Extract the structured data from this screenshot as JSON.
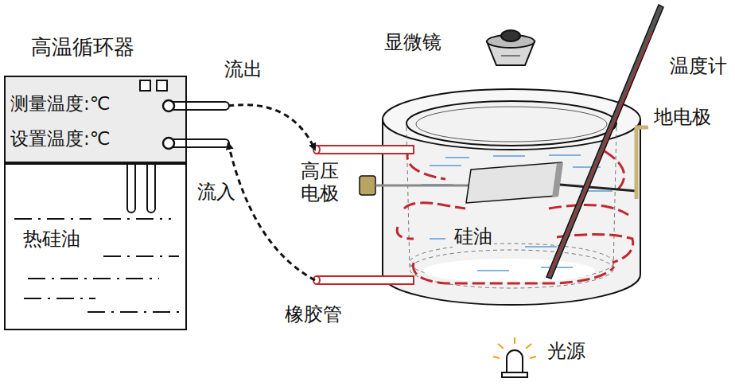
{
  "diagram": {
    "nodes": [
      {
        "text": [
          "高温循环器",
          "测量温度:℃",
          "设置温度:℃"
        ]
      },
      {
        "text": [
          "热硅油"
        ]
      },
      {
        "text": [
          "硅油"
        ]
      }
    ],
    "edges": [
      {
        "from": 0,
        "to": 2,
        "arrow": "to",
        "label": "流出"
      },
      {
        "from": 2,
        "to": 0,
        "arrow": "to",
        "label": "流入"
      }
    ],
    "labels": [
      "显微镜",
      "温度计",
      "地电极",
      "高压 电极",
      "橡胶管",
      "光源"
    ]
  }
}
